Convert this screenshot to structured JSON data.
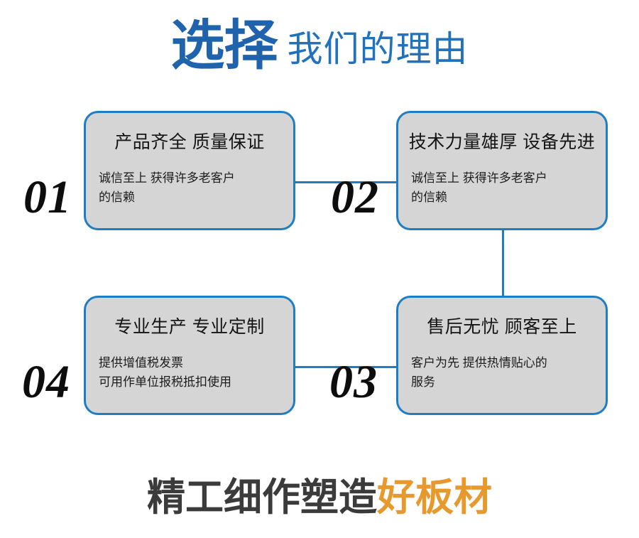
{
  "header": {
    "title_strong": "选择",
    "title_light": "我们的理由",
    "strong_color": "#1f63ac",
    "light_color": "#2272bb"
  },
  "cards": [
    {
      "number": "01",
      "heading": "产品齐全 质量保证",
      "body_lines": [
        "诚信至上 获得许多老客户",
        "的信赖"
      ]
    },
    {
      "number": "02",
      "heading": "技术力量雄厚 设备先进",
      "body_lines": [
        "诚信至上 获得许多老客户",
        "的信赖"
      ]
    },
    {
      "number": "03",
      "heading": "售后无忧 顾客至上",
      "body_lines": [
        "客户为先 提供热情贴心的",
        "服务"
      ]
    },
    {
      "number": "04",
      "heading": "专业生产 专业定制",
      "body_lines": [
        "提供增值税发票",
        "可用作单位报税抵扣使用"
      ]
    }
  ],
  "style": {
    "card_fill": "#d5d5d5",
    "card_border": "#1f7ec2",
    "connector_color": "#1f7ec2",
    "heading_color": "#141414",
    "number_color": "#0d0d0d"
  },
  "footer": {
    "text_dark": "精工细作塑造",
    "text_accent": "好板材",
    "dark_color": "#3b3b3b",
    "accent_color": "#e7992e"
  }
}
